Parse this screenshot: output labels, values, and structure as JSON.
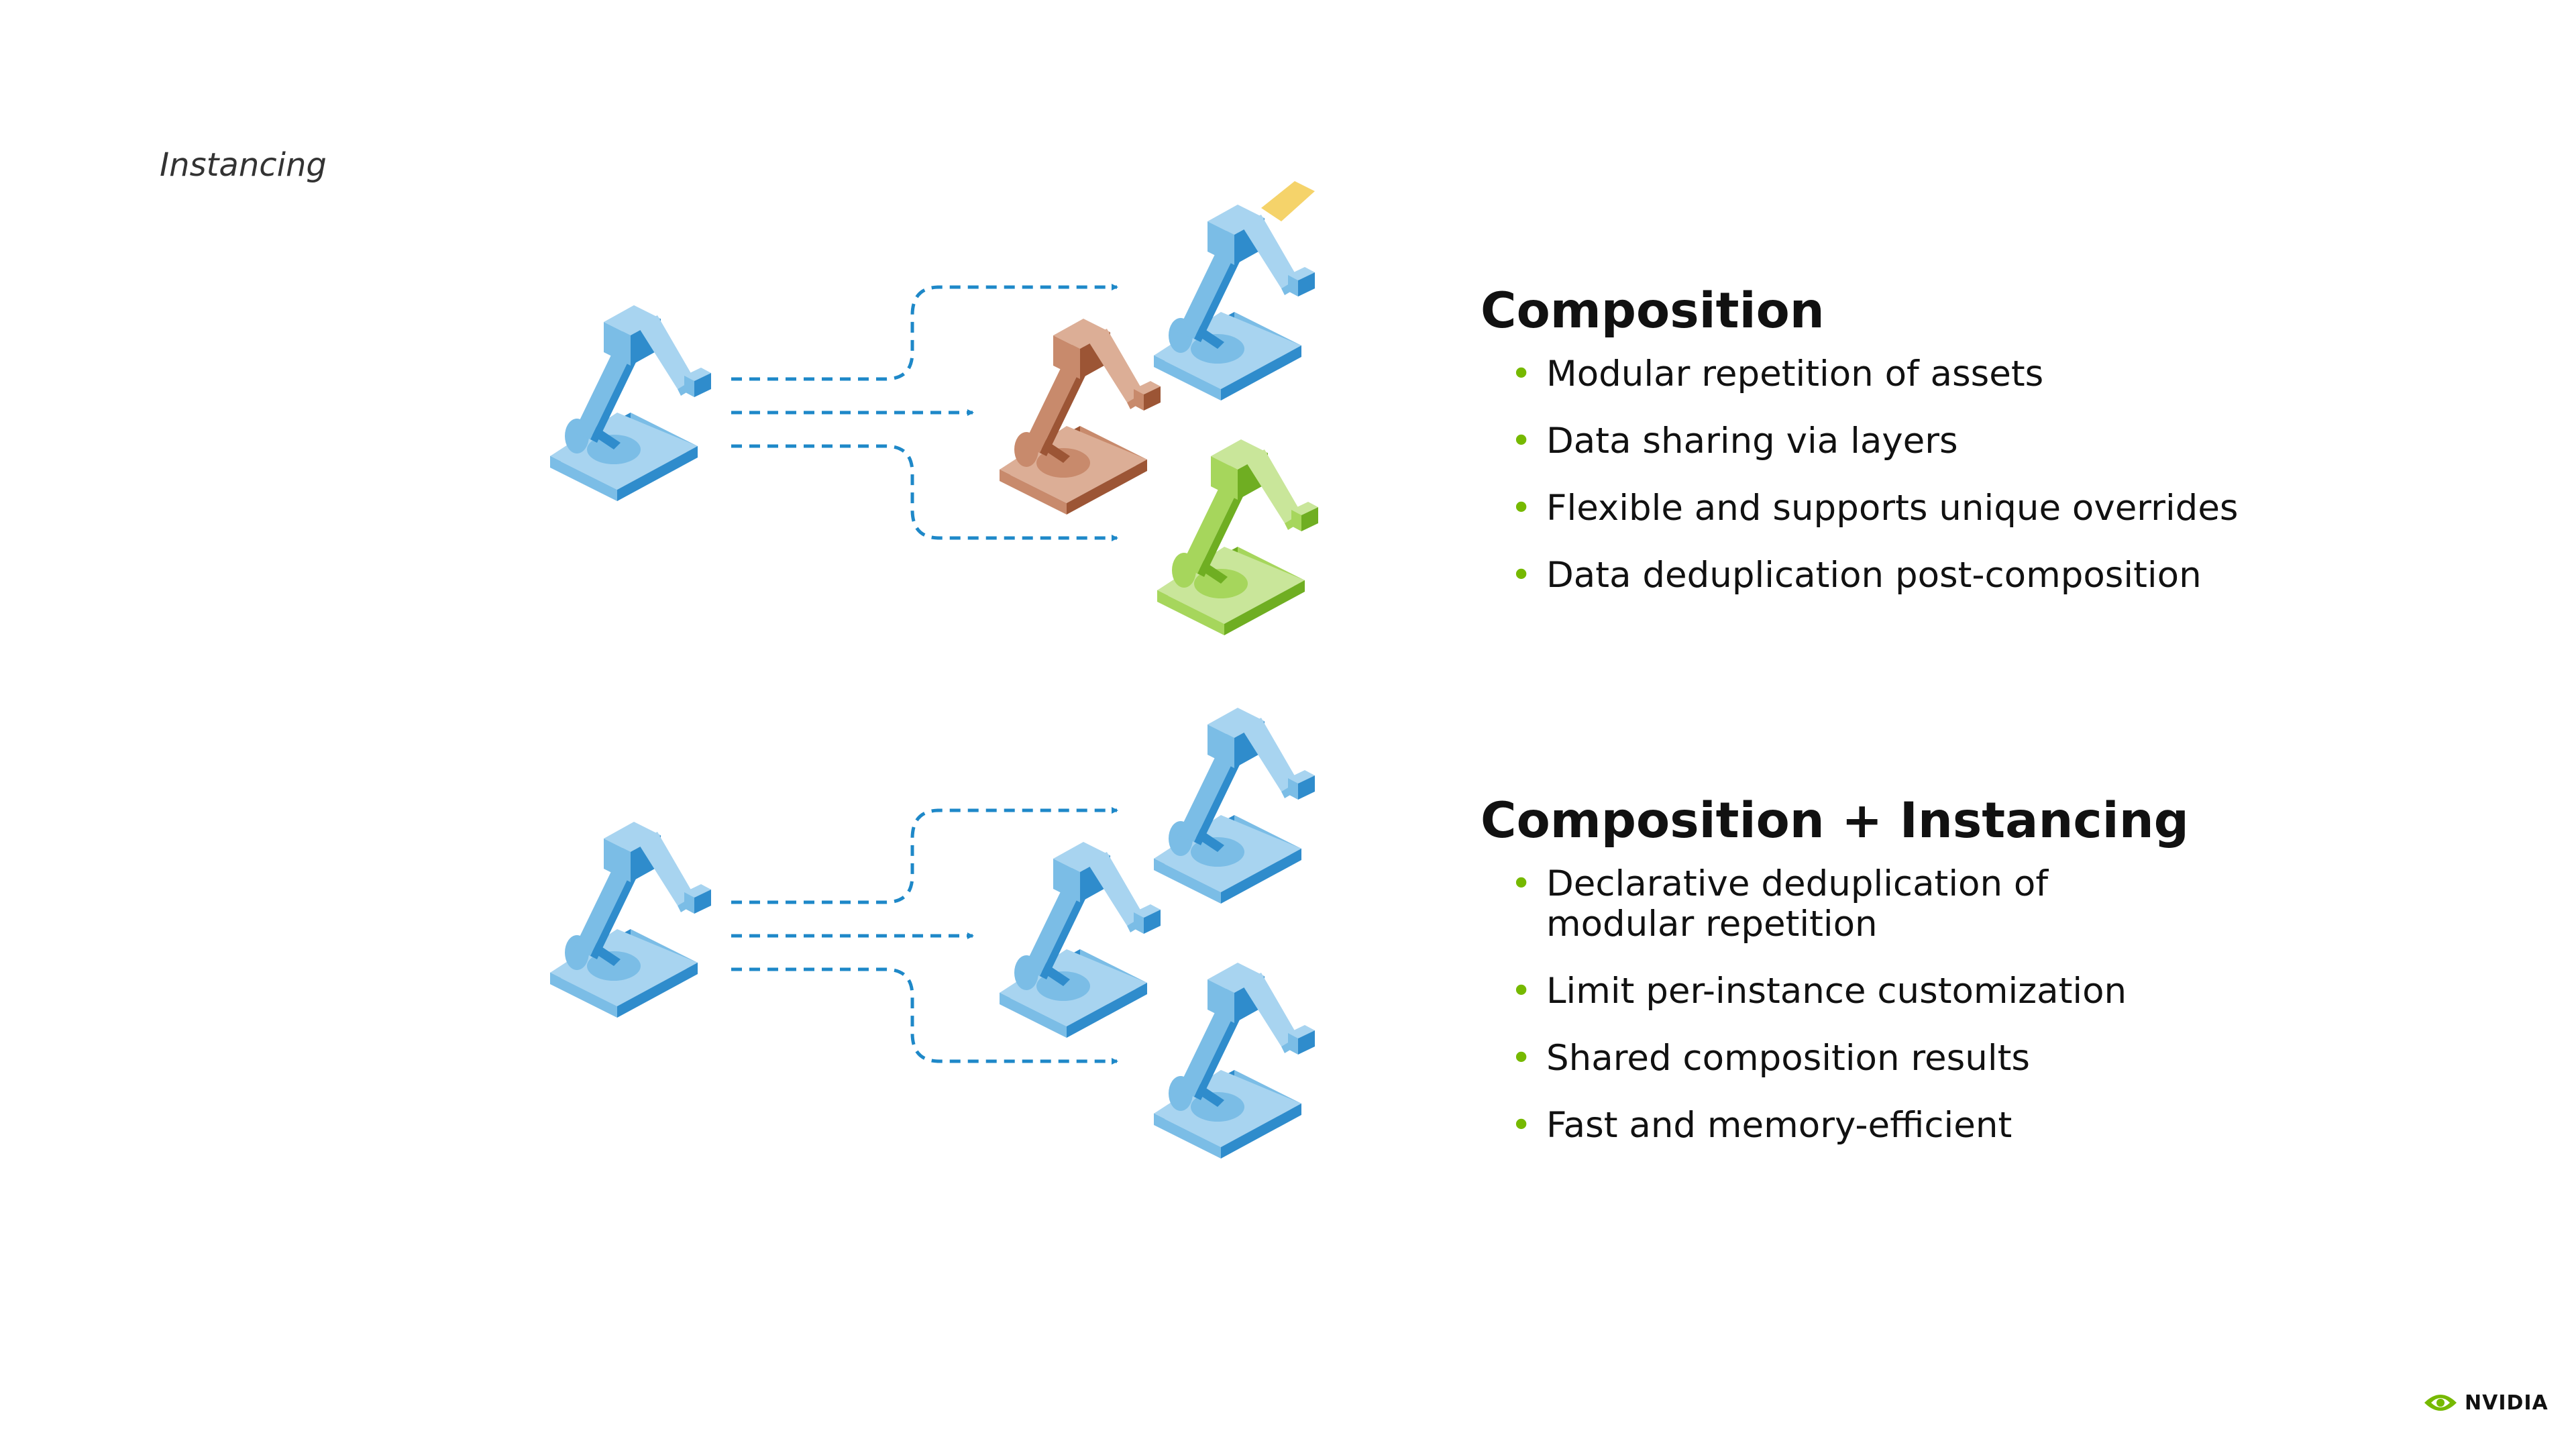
{
  "slide": {
    "label": "Instancing"
  },
  "sections": [
    {
      "title": "Composition",
      "bullets": [
        "Modular repetition of assets",
        "Data sharing via layers",
        "Flexible and supports unique overrides",
        "Data deduplication post-composition"
      ]
    },
    {
      "title": "Composition + Instancing",
      "bullets": [
        "Declarative deduplication of modular repetition",
        "Limit per-instance customization",
        "Shared composition results",
        "Fast and memory-efficient"
      ]
    }
  ],
  "colors": {
    "bullet": "#76b900",
    "arrow": "#1e88c8",
    "robots": {
      "blue": {
        "light": "#a8d4f0",
        "mid": "#7bbde6",
        "dark": "#2f8ccc"
      },
      "brown": {
        "light": "#dcae96",
        "mid": "#c88a6c",
        "dark": "#9c5535"
      },
      "green": {
        "light": "#c9e69a",
        "mid": "#a6d65c",
        "dark": "#6fae22"
      },
      "yellow": {
        "light": "#fbecb8",
        "mid": "#f5d36a",
        "dark": "#e0b438"
      }
    }
  },
  "logo": {
    "text": "NVIDIA",
    "icon": "nvidia-eye-icon"
  }
}
